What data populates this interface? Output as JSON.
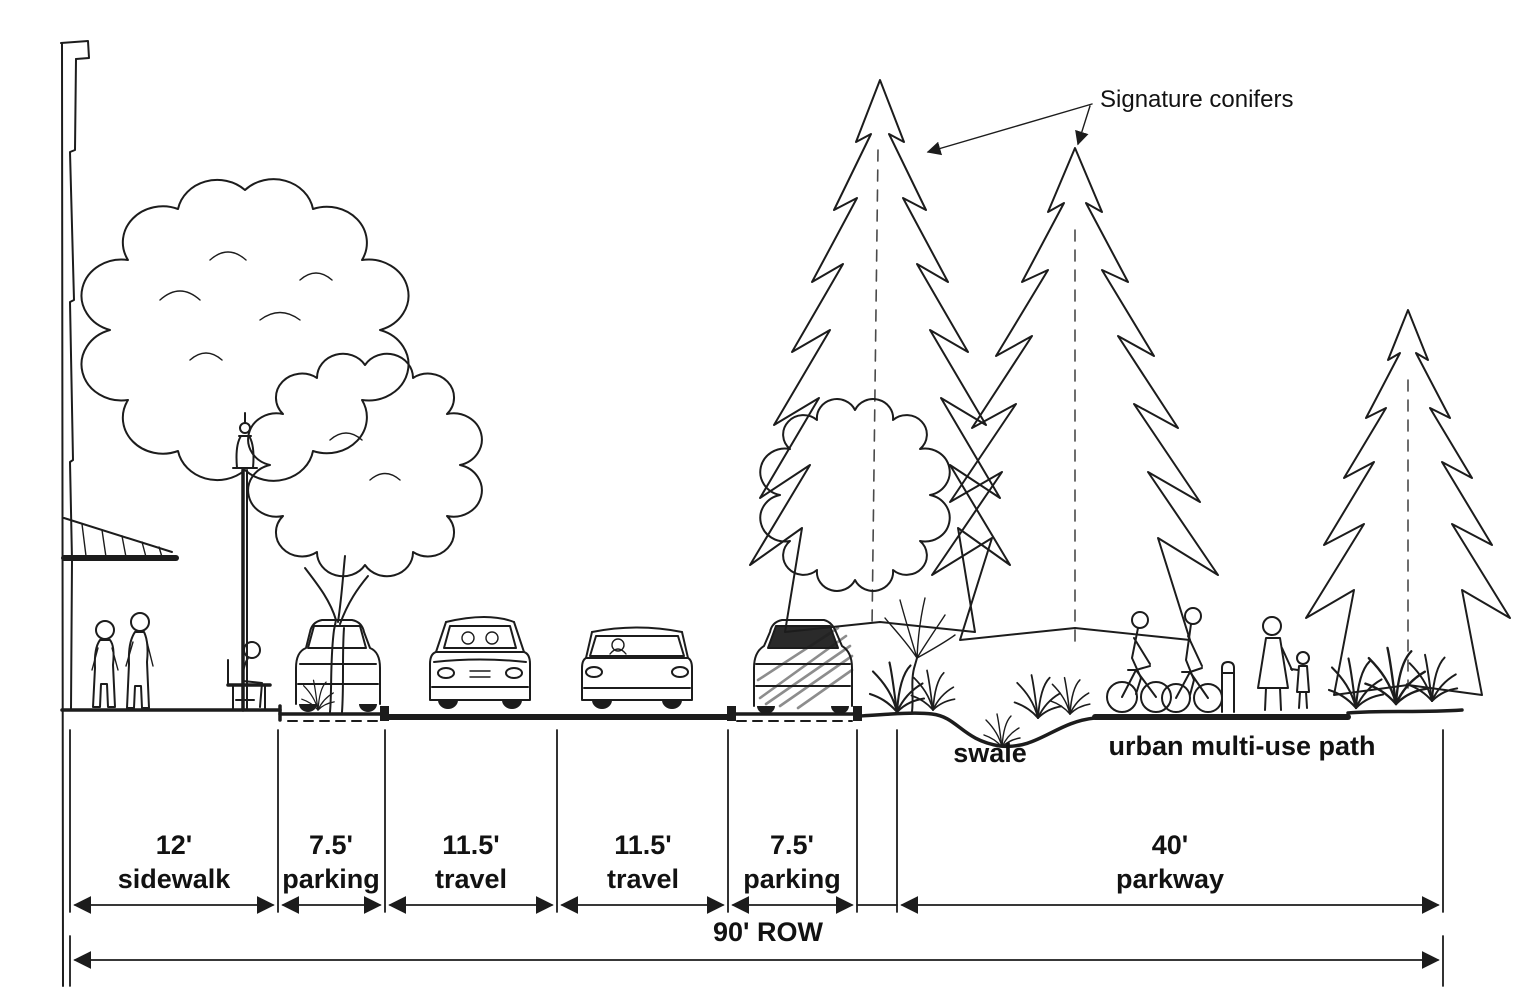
{
  "diagram": {
    "type": "street-cross-section-sketch",
    "ink_color": "#1c1c1c",
    "background_color": "#ffffff"
  },
  "annotations": {
    "signature_conifers": "Signature conifers",
    "swale": "swale",
    "multi_use_path": "urban multi-use path"
  },
  "segments": [
    {
      "width": "12'",
      "name": "sidewalk",
      "width_ft": 12
    },
    {
      "width": "7.5'",
      "name": "parking",
      "width_ft": 7.5
    },
    {
      "width": "11.5'",
      "name": "travel",
      "width_ft": 11.5
    },
    {
      "width": "11.5'",
      "name": "travel",
      "width_ft": 11.5
    },
    {
      "width": "7.5'",
      "name": "parking",
      "width_ft": 7.5
    },
    {
      "width": "40'",
      "name": "parkway",
      "width_ft": 40
    }
  ],
  "total_row": {
    "label": "90' ROW",
    "width_ft": 90
  }
}
